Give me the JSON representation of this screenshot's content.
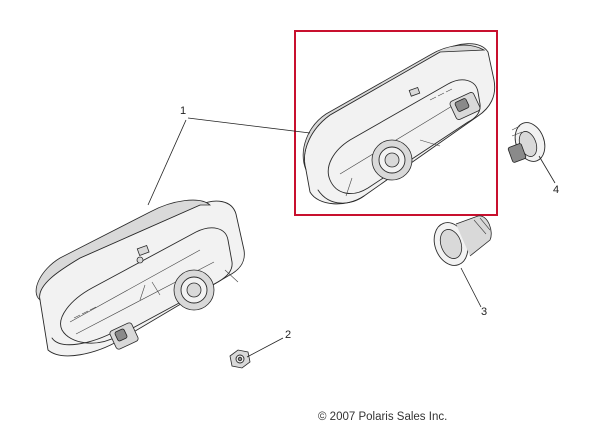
{
  "diagram": {
    "highlight_color": "#c8102e",
    "callouts": [
      {
        "id": "1",
        "label": "1"
      },
      {
        "id": "2",
        "label": "2"
      },
      {
        "id": "3",
        "label": "3"
      },
      {
        "id": "4",
        "label": "4"
      }
    ]
  },
  "footer": {
    "copyright": "© 2007 Polaris Sales Inc."
  }
}
